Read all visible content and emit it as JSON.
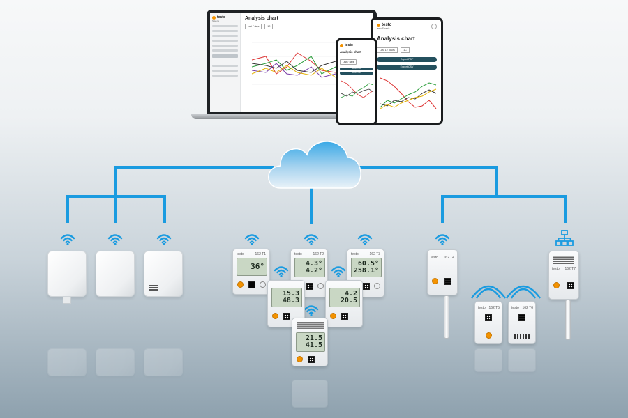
{
  "laptop": {
    "brand": "testo",
    "brand_sub": "Saveris",
    "chart_title": "Analysis chart",
    "filter_label": "Last 7 days",
    "filter_value": "1C"
  },
  "phone": {
    "brand": "testo",
    "chart_title": "Analysis chart",
    "filter_label": "Last 7 days",
    "btn_pdf": "Export PDF",
    "btn_csv": "Export CSV"
  },
  "tablet": {
    "brand": "testo",
    "brand_sub": "testo Saveris",
    "chart_title": "Analysis chart",
    "filter_label": "Last 12 hours",
    "filter_value": "1C",
    "btn_pdf": "Export PDF",
    "btn_csv": "Export CSV"
  },
  "loggers": {
    "brand": "testo",
    "l1": {
      "model": "162 T1",
      "line1": "36°",
      "line2": ""
    },
    "l2": {
      "model": "162 T2",
      "line1": "4.3°",
      "line2": "4.2°"
    },
    "l3": {
      "model": "162 T3",
      "line1": "60.5°",
      "line2": "258.1°"
    },
    "l4": {
      "model": "",
      "line1": "15.3",
      "line2": "48.3"
    },
    "l5": {
      "model": "",
      "line1": "4.2",
      "line2": "20.5"
    },
    "l6": {
      "model": "",
      "line1": "21.5",
      "line2": "41.5"
    }
  },
  "lan": {
    "brand": "testo",
    "d1_model": "162 T4",
    "d2_model": "162 T5",
    "d3_model": "162 T6",
    "d4_model": "162 T7"
  },
  "colors": {
    "network_blue": "#1a9be0",
    "accent_orange": "#f39200",
    "button_teal": "#24505e"
  }
}
